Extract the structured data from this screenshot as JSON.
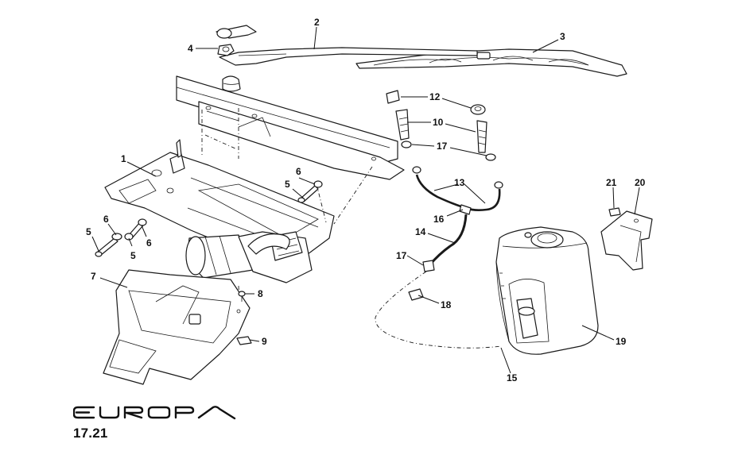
{
  "diagram": {
    "number": "17.21",
    "brand_logo_text": "EUROPA",
    "callouts": [
      {
        "id": "c1",
        "label": "1"
      },
      {
        "id": "c2",
        "label": "2"
      },
      {
        "id": "c3",
        "label": "3"
      },
      {
        "id": "c4",
        "label": "4"
      },
      {
        "id": "c5a",
        "label": "5"
      },
      {
        "id": "c5b",
        "label": "5"
      },
      {
        "id": "c5c",
        "label": "5"
      },
      {
        "id": "c6a",
        "label": "6"
      },
      {
        "id": "c6b",
        "label": "6"
      },
      {
        "id": "c6c",
        "label": "6"
      },
      {
        "id": "c7",
        "label": "7"
      },
      {
        "id": "c8",
        "label": "8"
      },
      {
        "id": "c9",
        "label": "9"
      },
      {
        "id": "c10",
        "label": "10"
      },
      {
        "id": "c12",
        "label": "12"
      },
      {
        "id": "c13",
        "label": "13"
      },
      {
        "id": "c14",
        "label": "14"
      },
      {
        "id": "c15",
        "label": "15"
      },
      {
        "id": "c16",
        "label": "16"
      },
      {
        "id": "c17a",
        "label": "17"
      },
      {
        "id": "c17b",
        "label": "17"
      },
      {
        "id": "c18",
        "label": "18"
      },
      {
        "id": "c19",
        "label": "19"
      },
      {
        "id": "c20",
        "label": "20"
      },
      {
        "id": "c21",
        "label": "21"
      }
    ]
  }
}
